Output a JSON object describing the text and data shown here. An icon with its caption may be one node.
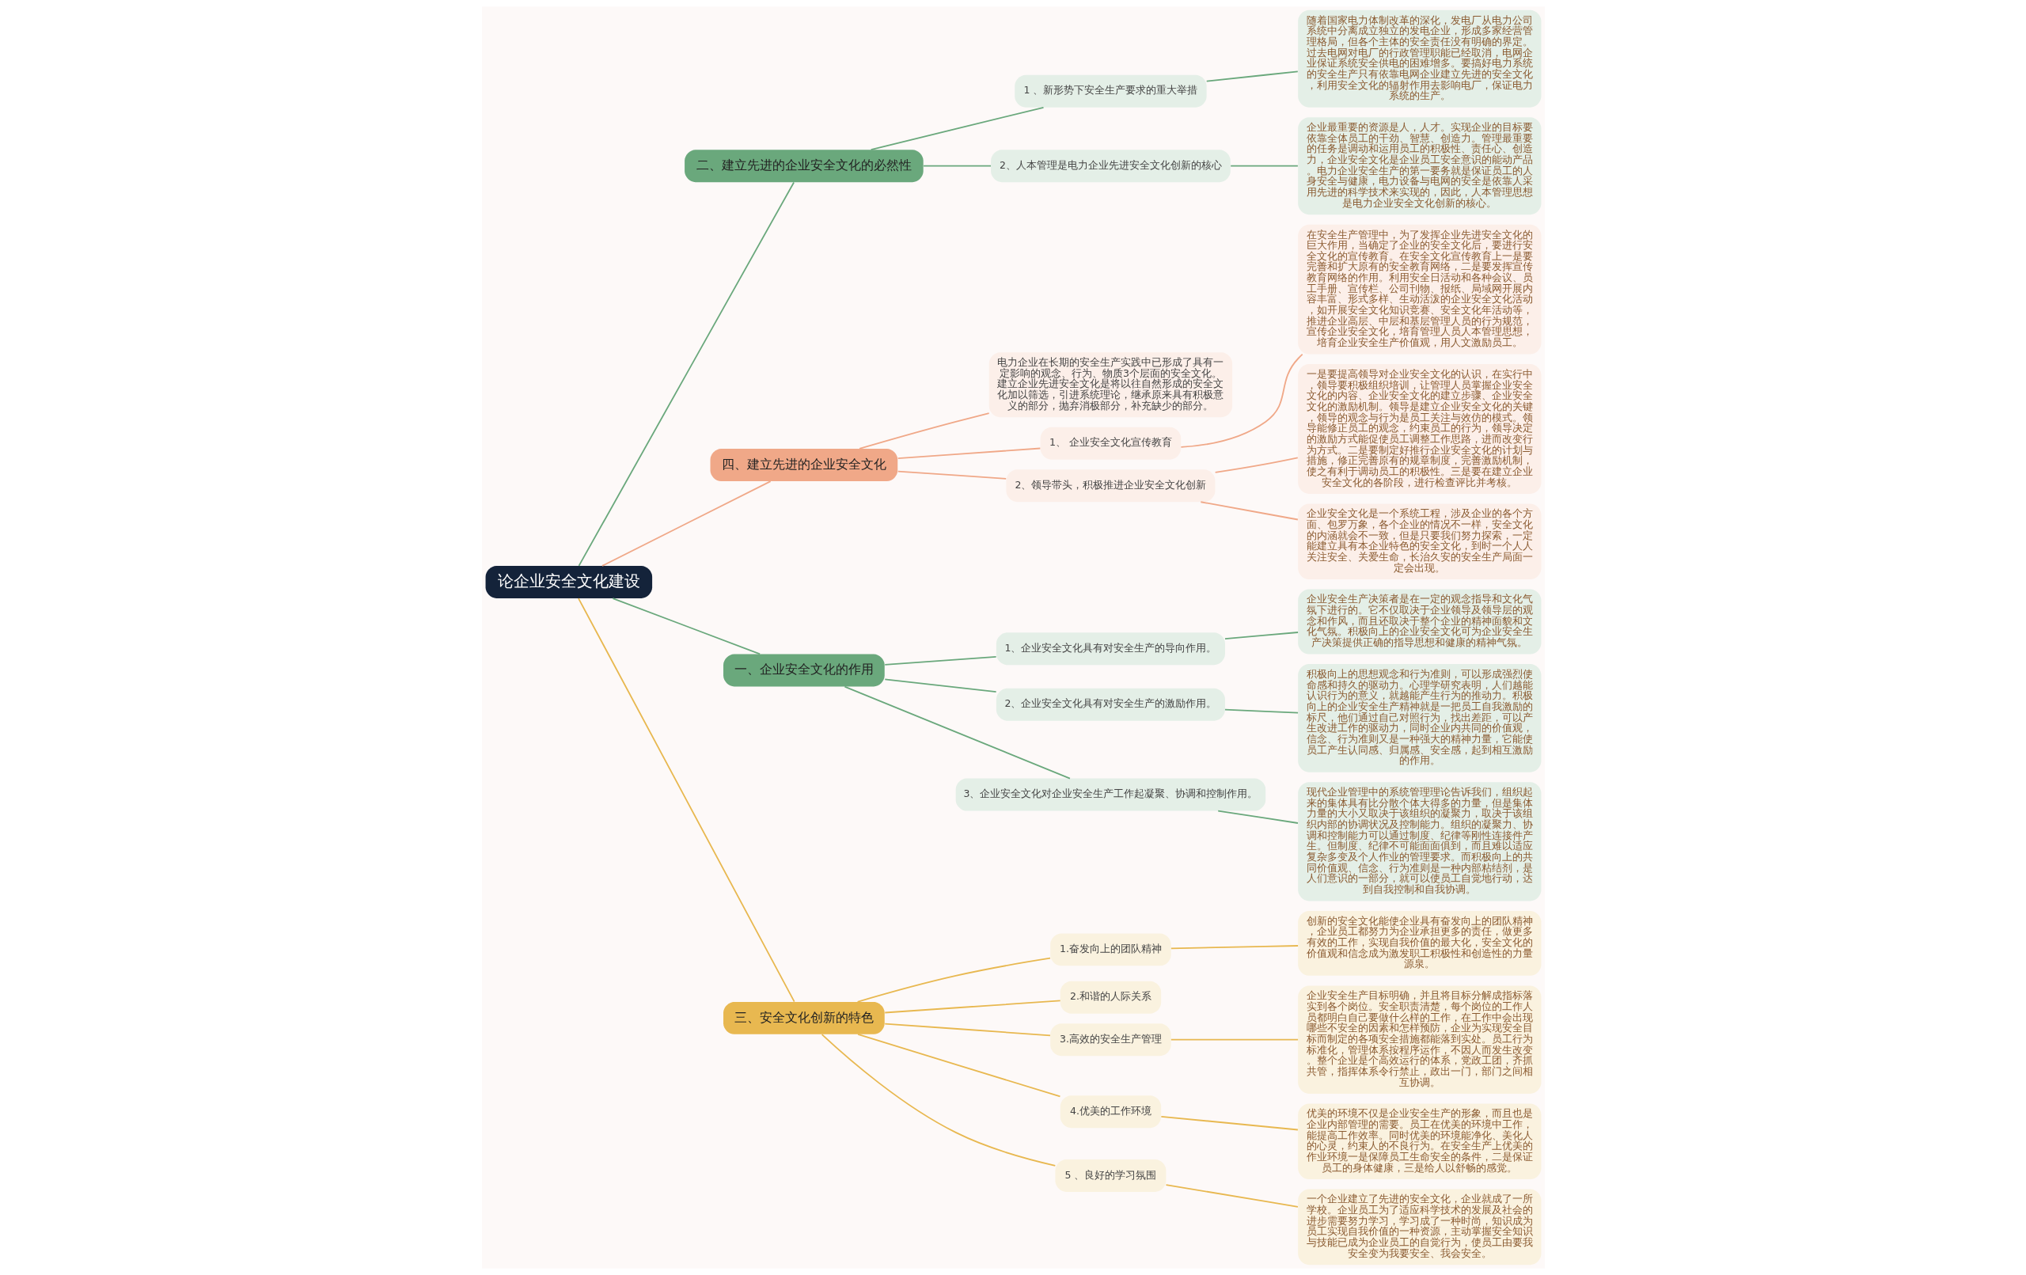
{
  "diagram": {
    "nodes": [
      {
        "text": [
          "论企业安全文化建设"
        ]
      },
      {
        "text": [
          "二、建立先进的企业安全文化的必然性"
        ]
      },
      {
        "text": [
          "1 、新形势下安全生产要求的重大举措"
        ]
      },
      {
        "text": [
          "随着国家电力体制改革的深化，发电厂从电力公司系统中分离成立独立的发电企业，形成多家经营管理格局，但各个主体的安全责任没有明确的界定。过去电网对电厂的行政管理职能已经取消，电网企业保证系统安全供电的困难增多。要搞好电力系统的安全生产只有依靠电网企业建立先进的安全文化，利用安全文化的辐射作用去影响电厂，保证电力系统的生产。"
        ]
      },
      {
        "text": [
          "2、人本管理是电力企业先进安全文化创新的核心"
        ]
      },
      {
        "text": [
          "企业最重要的资源是人，人才。实现企业的目标要依靠全体员工的干劲、智慧、创造力。管理最重要的任务是调动和运用员工的积极性、责任心、创造力，企业安全文化是企业员工安全意识的能动产品。电力企业安全生产的第一要务就是保证员工的人身安全与健康，电力设备与电网的安全是依靠人采用先进的科学技术来实现的，因此，人本管理思想是电力企业安全文化创新的核心。"
        ]
      },
      {
        "text": [
          "四、建立先进的企业安全文化"
        ]
      },
      {
        "text": [
          "电力企业在长期的安全生产实践中已形成了具有一定影响的观念、行为、物质3个层面的安全文化。建立企业先进安全文化是将以往自然形成的安全文化加以筛选，引进系统理论，继承原来具有积极意义的部分，抛弃消极部分，补充缺少的部分。"
        ]
      },
      {
        "text": [
          "1、 企业安全文化宣传教育"
        ]
      },
      {
        "text": [
          "在安全生产管理中，为了发挥企业先进安全文化的巨大作用，当确定了企业的安全文化后，要进行安全文化的宣传教育。在安全文化宣传教育上一是要完善和扩大原有的安全教育网络，二是要发挥宣传教育网络的作用。利用安全日活动和各种会议、员工手册、宣传栏、公司刊物、报纸、局域网开展内容丰富、形式多样、生动活泼的企业安全文化活动，如开展安全文化知识竞赛、安全文化年活动等，推进企业高层、中层和基层管理人员的行为规范，宣传企业安全文化，培育管理人员人本管理思想，培育企业安全生产价值观，用人文激励员工。"
        ]
      },
      {
        "text": [
          "2、领导带头，积极推进企业安全文化创新"
        ]
      },
      {
        "text": [
          "一是要提高领导对企业安全文化的认识，在实行中，领导要积极组织培训，让管理人员掌握企业安全文化的内容、企业安全文化的建立步骤、企业安全文化的激励机制。领导是建立企业安全文化的关键，领导的观念与行为是员工关注与效仿的模式。领导能修正员工的观念，约束员工的行为，领导决定的激励方式能促使员工调整工作思路，进而改变行为方式。二是要制定好推行企业安全文化的计划与措施，修正完善原有的规章制度，完善激励机制，使之有利于调动员工的积极性。三是要在建立企业安全文化的各阶段，进行检查评比并考核。"
        ]
      },
      {
        "text": [
          "企业安全文化是一个系统工程，涉及企业的各个方面、包罗万象，各个企业的情况不一样，安全文化的内涵就会不一致，但是只要我们努力探索，一定能建立具有本企业特色的安全文化，到时一个人人关注安全、关爱生命，长治久安的安全生产局面一定会出现。"
        ]
      },
      {
        "text": [
          "一、企业安全文化的作用"
        ]
      },
      {
        "text": [
          "1、企业安全文化具有对安全生产的导向作用。"
        ]
      },
      {
        "text": [
          "企业安全生产决策者是在一定的观念指导和文化气氛下进行的。它不仅取决于企业领导及领导层的观念和作风，而且还取决于整个企业的精神面貌和文化气氛。积极向上的企业安全文化可为企业安全生产决策提供正确的指导思想和健康的精神气氛。"
        ]
      },
      {
        "text": [
          "2、企业安全文化具有对安全生产的激励作用。"
        ]
      },
      {
        "text": [
          "积极向上的思想观念和行为准则，可以形成强烈使命感和持久的驱动力。心理学研究表明，人们越能认识行为的意义，就越能产生行为的推动力。积极向上的企业安全生产精神就是一把员工自我激励的标尺，他们通过自己对照行为，找出差距，可以产生改进工作的驱动力，同时企业内共同的价值观，信念、行为准则又是一种强大的精神力量，它能使员工产生认同感、归属感、安全感，起到相互激励的作用。"
        ]
      },
      {
        "text": [
          "3、企业安全文化对企业安全生产工作起凝聚、协调和控制作用。"
        ]
      },
      {
        "text": [
          "现代企业管理中的系统管理理论告诉我们，组织起来的集体具有比分散个体大得多的力量，但是集体力量的大小又取决于该组织的凝聚力，取决于该组织内部的协调状况及控制能力。组织的凝聚力、协调和控制能力可以通过制度、纪律等刚性连接件产生。但制度、纪律不可能面面俱到，而且难以适应复杂多变及个人作业的管理要求。而积极向上的共同价值观、信念、行为准则是一种内部粘结剂，是人们意识的一部分，就可以使员工自觉地行动，达到自我控制和自我协调。"
        ]
      },
      {
        "text": [
          "三、安全文化创新的特色"
        ]
      },
      {
        "text": [
          "1.奋发向上的团队精神"
        ]
      },
      {
        "text": [
          "创新的安全文化能使企业具有奋发向上的团队精神，企业员工都努力为企业承担更多的责任，做更多有效的工作，实现自我价值的最大化，安全文化的价值观和信念成为激发职工积极性和创造性的力量源泉。"
        ]
      },
      {
        "text": [
          "2.和谐的人际关系"
        ]
      },
      {
        "text": [
          "3.高效的安全生产管理"
        ]
      },
      {
        "text": [
          "企业安全生产目标明确，并且将目标分解成指标落实到各个岗位。安全职责清楚，每个岗位的工作人员都明白自己要做什么样的工作，在工作中会出现哪些不安全的因素和怎样预防，企业为实现安全目标而制定的各项安全措施都能落到实处。员工行为标准化，管理体系按程序运作，不因人而发生改变。整个企业是个高效运行的体系，党政工团，齐抓共管，指挥体系令行禁止，政出一门，部门之间相互协调。"
        ]
      },
      {
        "text": [
          "4.优美的工作环境"
        ]
      },
      {
        "text": [
          "优美的环境不仅是企业安全生产的形象，而且也是企业内部管理的需要。员工在优美的环境中工作，能提高工作效率。同时优美的环境能净化、美化人的心灵，约束人的不良行为。在安全生产上优美的作业环境一是保障员工生命安全的条件，二是保证员工的身体健康，三是给人以舒畅的感觉。"
        ]
      },
      {
        "text": [
          "5 、良好的学习氛围"
        ]
      },
      {
        "text": [
          "一个企业建立了先进的安全文化，企业就成了一所学校。企业员工为了适应科学技术的发展及社会的进步需要努力学习，学习成了一种时尚，知识成为员工实现自我价值的一种资源，主动掌握安全知识与技能已成为企业员工的自觉行为，使员工由要我安全变为我要安全、我会安全。"
        ]
      }
    ],
    "edges": [
      {
        "from": 0,
        "to": 1,
        "arrow": "none",
        "color": "#6aa87c"
      },
      {
        "from": 1,
        "to": 2,
        "arrow": "none",
        "color": "#6aa87c"
      },
      {
        "from": 2,
        "to": 3,
        "arrow": "none",
        "color": "#6aa87c"
      },
      {
        "from": 1,
        "to": 4,
        "arrow": "none",
        "color": "#6aa87c"
      },
      {
        "from": 4,
        "to": 5,
        "arrow": "none",
        "color": "#6aa87c"
      },
      {
        "from": 0,
        "to": 6,
        "arrow": "none",
        "color": "#f0a888"
      },
      {
        "from": 6,
        "to": 7,
        "arrow": "none",
        "color": "#f0a888"
      },
      {
        "from": 6,
        "to": 8,
        "arrow": "none",
        "color": "#f0a888"
      },
      {
        "from": 8,
        "to": 9,
        "arrow": "none",
        "color": "#f0a888"
      },
      {
        "from": 6,
        "to": 10,
        "arrow": "none",
        "color": "#f0a888"
      },
      {
        "from": 10,
        "to": 11,
        "arrow": "none",
        "color": "#f0a888"
      },
      {
        "from": 10,
        "to": 12,
        "arrow": "none",
        "color": "#f0a888"
      },
      {
        "from": 0,
        "to": 13,
        "arrow": "none",
        "color": "#6aa87c"
      },
      {
        "from": 13,
        "to": 14,
        "arrow": "none",
        "color": "#6aa87c"
      },
      {
        "from": 14,
        "to": 15,
        "arrow": "none",
        "color": "#6aa87c"
      },
      {
        "from": 13,
        "to": 16,
        "arrow": "none",
        "color": "#6aa87c"
      },
      {
        "from": 16,
        "to": 17,
        "arrow": "none",
        "color": "#6aa87c"
      },
      {
        "from": 13,
        "to": 18,
        "arrow": "none",
        "color": "#6aa87c"
      },
      {
        "from": 18,
        "to": 19,
        "arrow": "none",
        "color": "#6aa87c"
      },
      {
        "from": 0,
        "to": 20,
        "arrow": "none",
        "color": "#e8b850"
      },
      {
        "from": 20,
        "to": 21,
        "arrow": "none",
        "color": "#e8b850"
      },
      {
        "from": 21,
        "to": 22,
        "arrow": "none",
        "color": "#e8b850"
      },
      {
        "from": 20,
        "to": 23,
        "arrow": "none",
        "color": "#e8b850"
      },
      {
        "from": 20,
        "to": 24,
        "arrow": "none",
        "color": "#e8b850"
      },
      {
        "from": 24,
        "to": 25,
        "arrow": "none",
        "color": "#e8b850"
      },
      {
        "from": 20,
        "to": 26,
        "arrow": "none",
        "color": "#e8b850"
      },
      {
        "from": 26,
        "to": 27,
        "arrow": "none",
        "color": "#e8b850"
      },
      {
        "from": 20,
        "to": 28,
        "arrow": "none",
        "color": "#e8b850"
      },
      {
        "from": 28,
        "to": 29,
        "arrow": "none",
        "color": "#e8b850"
      }
    ]
  }
}
